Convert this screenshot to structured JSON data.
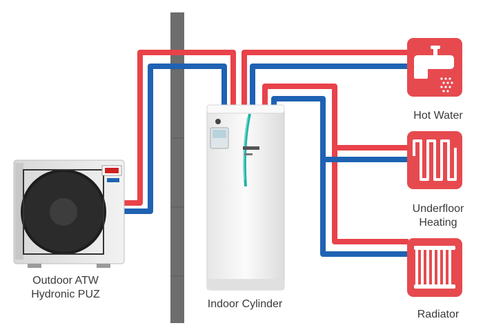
{
  "labels": {
    "outdoor_line1": "Outdoor ATW",
    "outdoor_line2": "Hydronic PUZ",
    "indoor": "Indoor Cylinder",
    "hot_water": "Hot Water",
    "underfloor_line1": "Underfloor",
    "underfloor_line2": "Heating",
    "radiator": "Radiator"
  },
  "colors": {
    "flow_pipe": "#e8424a",
    "return_pipe": "#1f62b3",
    "wall": "#6d6d6d",
    "icon_tile": "#e64a4f",
    "outdoor_unit": "#ececec",
    "indoor_unit": "#f4f4f4",
    "accent_teal": "#22b5a8"
  },
  "icons": [
    "wall",
    "outdoor-unit-icon",
    "indoor-cylinder-icon",
    "tap-icon",
    "underfloor-coil-icon",
    "radiator-icon"
  ]
}
